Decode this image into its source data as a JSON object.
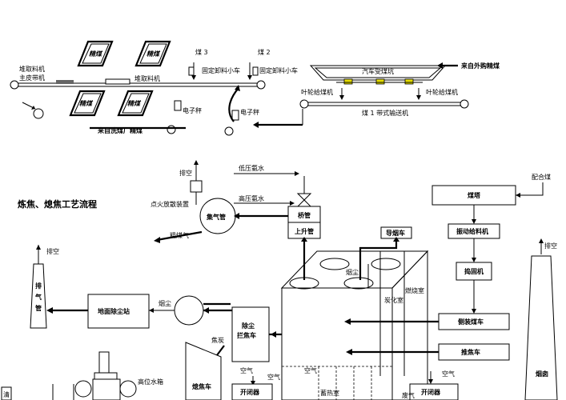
{
  "title": "炼焦、熄焦工艺流程",
  "top": {
    "stacker_reclaimer": "堆取料机",
    "main_belt": "主皮带机",
    "reclaimer": "堆取料机",
    "coal3": "煤 3",
    "coal2": "煤 2",
    "fixed_unloader_car1": "固定卸料小车",
    "fixed_unloader_car2": "固定卸料小车",
    "pile_fine_coal": "精煤",
    "from_washery": "来自洗煤厂精煤",
    "electronic_scale1": "电子秤",
    "electronic_scale2": "电子秤",
    "from_outside": "来自外购精煤",
    "truck_hopper": "汽车受煤坑",
    "impeller_feeder_left": "叶轮给煤机",
    "impeller_feeder_right": "叶轮给煤机",
    "coal1_belt": "煤 1 带式输送机"
  },
  "main": {
    "vent_top": "排空",
    "ignition": "点火放散装置",
    "gas_pipe": "集气管",
    "low_pressure_ammonia": "低压氨水",
    "high_pressure_ammonia": "高压氨水",
    "crude_gas": "粗煤气",
    "bridge_pipe": "桥管",
    "riser_pipe": "上升管",
    "smoke_guide_car": "导烟车",
    "dust": "烟尘",
    "coal_tower": "煤塔",
    "mixing_coal": "配合煤",
    "vibrating_feeder": "振动给料机",
    "tamping_machine": "捣固机",
    "side_charging_car": "侧装煤车",
    "pusher_car": "推焦车",
    "vent_right": "排空",
    "chimney": "烟囱",
    "vent_left": "排空",
    "exhaust_pipe": "排气管",
    "ground_dedust": "地面除尘站",
    "dust2": "烟尘",
    "dedust_coke_guide": "除尘拦焦车",
    "coke": "焦炭",
    "quench_car": "熄焦车",
    "high_water_tank": "高位水箱",
    "air1": "空气",
    "air2": "空气",
    "air3": "空气",
    "air4": "空气",
    "switcher_left": "开闭器",
    "switcher_right": "开闭器",
    "regenerator": "蓄热室",
    "carbonization": "炭化室",
    "combustion": "燃烧室",
    "waste_gas": "废气",
    "clean": "清"
  }
}
